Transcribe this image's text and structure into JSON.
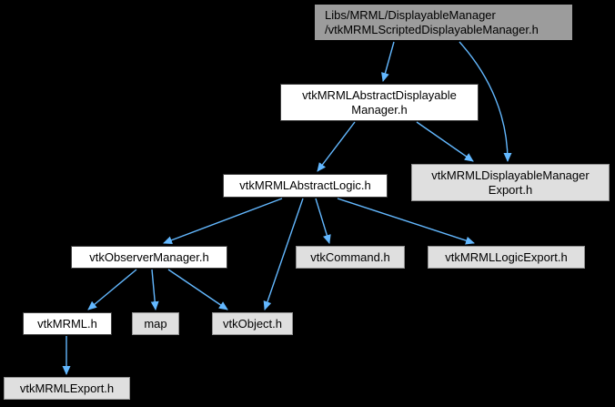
{
  "diagram": {
    "type": "include-dependency-graph",
    "background_color": "#000000",
    "edge_color": "#63b8ff",
    "colors": {
      "root_fill": "#9c9c9c",
      "root_border": "#000000",
      "internal_fill": "#ffffff",
      "internal_border": "#3f3f3f",
      "external_fill": "#dfdfdf",
      "external_border": "#909090",
      "text": "#000000"
    },
    "nodes": [
      {
        "id": "scripted-displayable-manager",
        "label": "Libs/MRML/DisplayableManager\n/vtkMRMLScriptedDisplayableManager.h",
        "kind": "root"
      },
      {
        "id": "abstract-displayable-manager",
        "label": "vtkMRMLAbstractDisplayable\nManager.h",
        "kind": "internal"
      },
      {
        "id": "abstract-logic",
        "label": "vtkMRMLAbstractLogic.h",
        "kind": "internal"
      },
      {
        "id": "displayable-manager-export",
        "label": "vtkMRMLDisplayableManager\nExport.h",
        "kind": "external"
      },
      {
        "id": "observer-manager",
        "label": "vtkObserverManager.h",
        "kind": "internal"
      },
      {
        "id": "command",
        "label": "vtkCommand.h",
        "kind": "external"
      },
      {
        "id": "logic-export",
        "label": "vtkMRMLLogicExport.h",
        "kind": "external"
      },
      {
        "id": "mrml",
        "label": "vtkMRML.h",
        "kind": "internal"
      },
      {
        "id": "map",
        "label": "map",
        "kind": "external"
      },
      {
        "id": "object",
        "label": "vtkObject.h",
        "kind": "external"
      },
      {
        "id": "mrml-export",
        "label": "vtkMRMLExport.h",
        "kind": "external"
      }
    ],
    "edges": [
      {
        "from": "scripted-displayable-manager",
        "to": "abstract-displayable-manager"
      },
      {
        "from": "scripted-displayable-manager",
        "to": "displayable-manager-export"
      },
      {
        "from": "abstract-displayable-manager",
        "to": "abstract-logic"
      },
      {
        "from": "abstract-displayable-manager",
        "to": "displayable-manager-export"
      },
      {
        "from": "abstract-logic",
        "to": "observer-manager"
      },
      {
        "from": "abstract-logic",
        "to": "object"
      },
      {
        "from": "abstract-logic",
        "to": "command"
      },
      {
        "from": "abstract-logic",
        "to": "logic-export"
      },
      {
        "from": "observer-manager",
        "to": "mrml"
      },
      {
        "from": "observer-manager",
        "to": "map"
      },
      {
        "from": "observer-manager",
        "to": "object"
      },
      {
        "from": "mrml",
        "to": "mrml-export"
      }
    ]
  }
}
